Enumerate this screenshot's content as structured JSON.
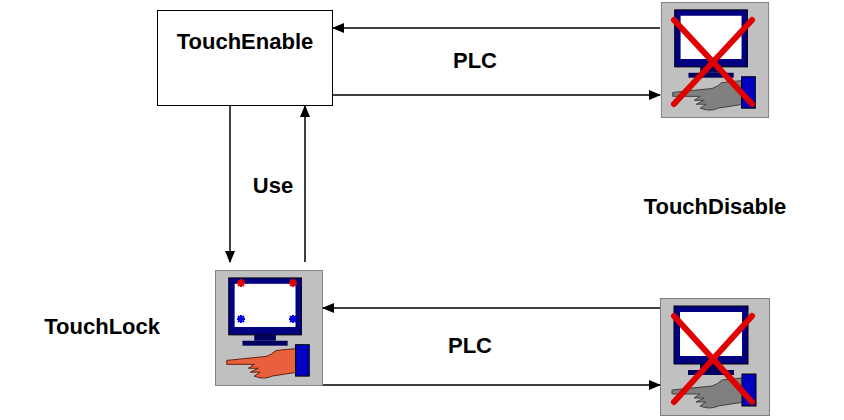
{
  "diagram": {
    "nodes": [
      {
        "text": [
          "TouchEnable"
        ]
      },
      {
        "text": [
          "TouchDisable"
        ]
      },
      {
        "text": [
          "TouchLock"
        ]
      },
      {
        "text": []
      }
    ],
    "edges": [
      {
        "from": 1,
        "to": 0,
        "arrow": "to",
        "label": "PLC"
      },
      {
        "from": 0,
        "to": 1,
        "arrow": "to"
      },
      {
        "from": 0,
        "to": 2,
        "arrow": "to",
        "label": "Use"
      },
      {
        "from": 2,
        "to": 0,
        "arrow": "to"
      },
      {
        "from": 3,
        "to": 2,
        "arrow": "to",
        "label": "PLC"
      },
      {
        "from": 2,
        "to": 3,
        "arrow": "to"
      }
    ]
  }
}
